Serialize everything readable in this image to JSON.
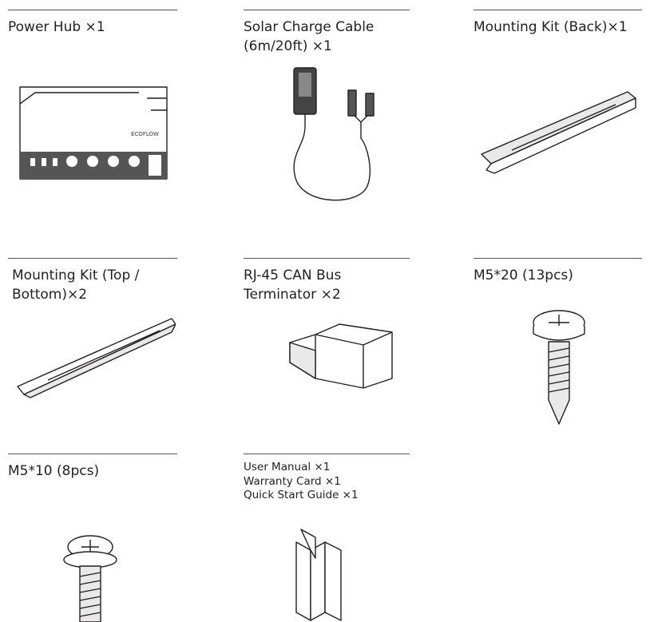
{
  "items": [
    {
      "label": "Power Hub ×1",
      "icon": "power-hub-illustration"
    },
    {
      "label": "Solar Charge Cable\n(6m/20ft) ×1",
      "icon": "solar-cable-illustration"
    },
    {
      "label": "Mounting Kit (Back)×1",
      "icon": "mounting-bracket-illustration"
    },
    {
      "label": "Mounting Kit (Top /\nBottom)×2",
      "icon": "mounting-bracket-illustration"
    },
    {
      "label": "RJ-45 CAN Bus\nTerminator ×2",
      "icon": "rj45-terminator-illustration"
    },
    {
      "label": "M5*20 (13pcs)",
      "icon": "long-screw-illustration"
    },
    {
      "label": "M5*10 (8pcs)",
      "icon": "short-screw-illustration"
    },
    {
      "label": "User Manual ×1\nWarranty Card ×1\nQuick Start Guide ×1",
      "icon": "booklet-illustration"
    }
  ]
}
